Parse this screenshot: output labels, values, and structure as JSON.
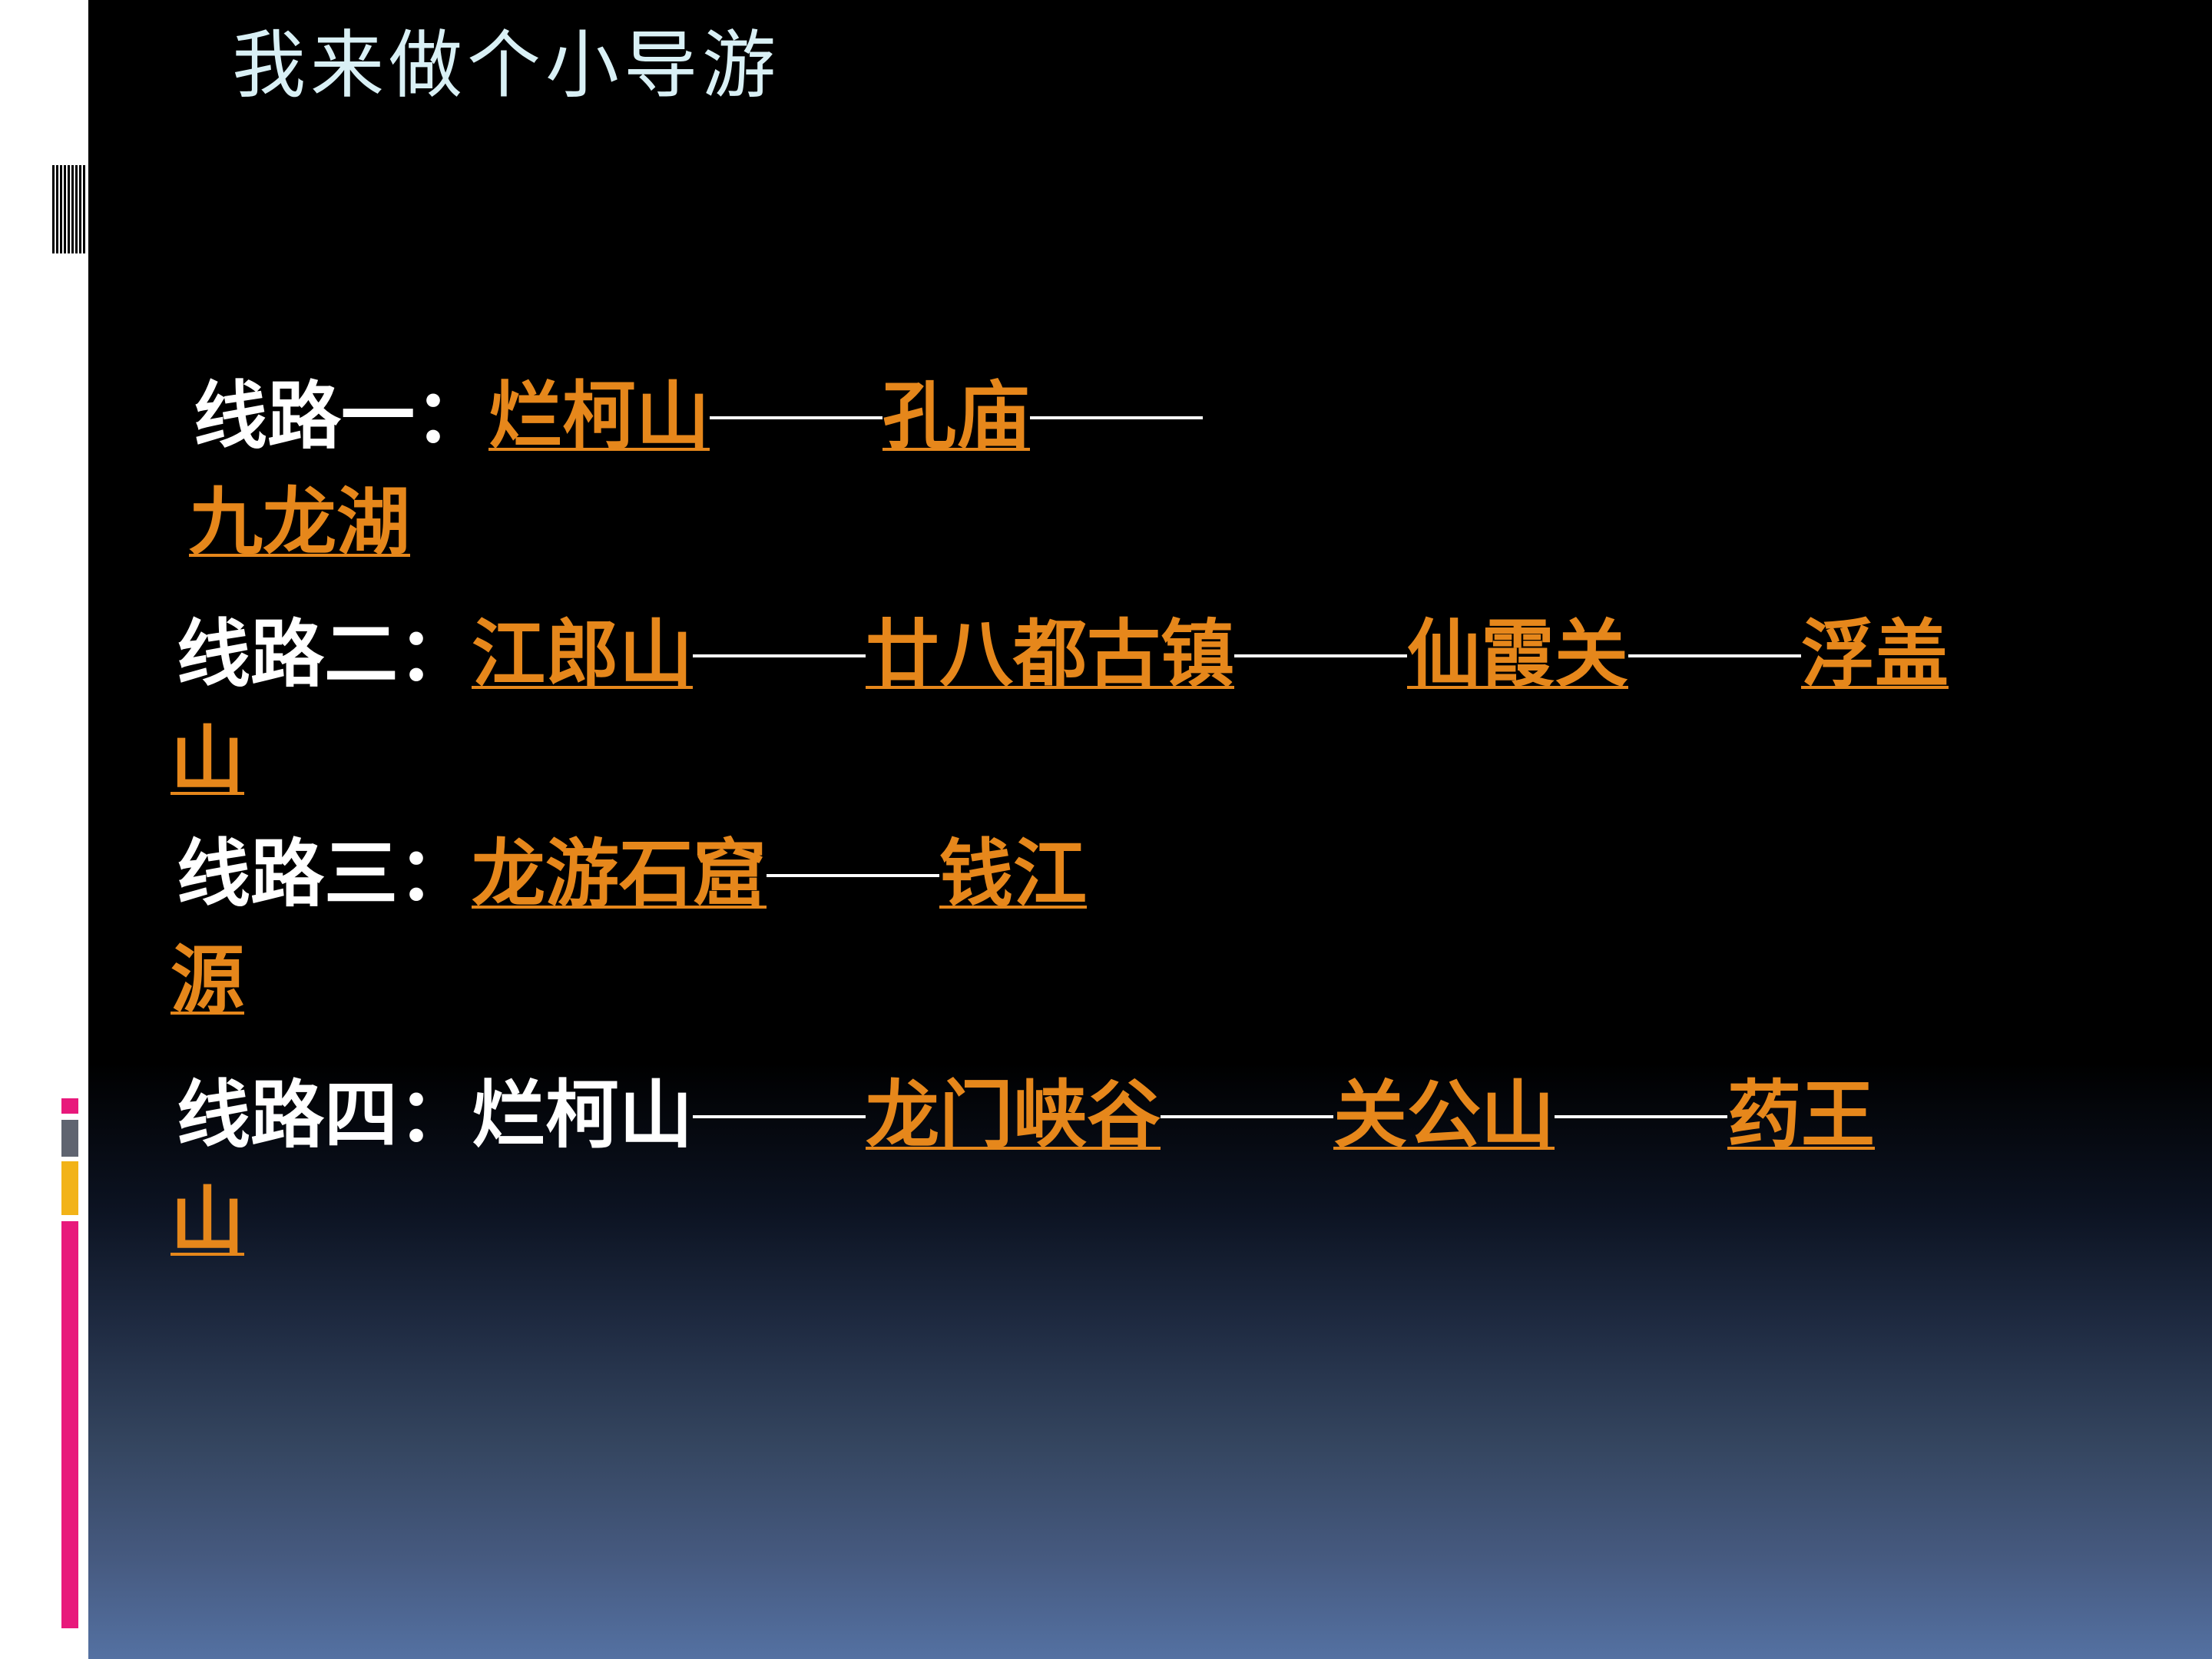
{
  "slide": {
    "title": "我来做个小导游",
    "colors": {
      "background_top": "#000000",
      "background_bottom": "#5471a2",
      "link": "#e6871b",
      "title": "#d9f0f5",
      "accent_pink": "#e8197b",
      "accent_yellow": "#f2b318",
      "accent_gray": "#5f6470"
    }
  },
  "routes": [
    {
      "label": "线路一：",
      "stops": [
        "烂柯山",
        "孔庙"
      ],
      "continuation": "九龙湖"
    },
    {
      "label": "线路二：",
      "stops": [
        "江郎山",
        "廿八都古镇",
        "仙霞关",
        "浮盖"
      ],
      "continuation": "山"
    },
    {
      "label": "线路三：",
      "stops": [
        "龙游石窟",
        "钱江"
      ],
      "continuation": "源"
    },
    {
      "label": "线路四：",
      "stops": [
        "烂柯山",
        "龙门峡谷",
        "关公山",
        "药王"
      ],
      "continuation": "山"
    }
  ]
}
